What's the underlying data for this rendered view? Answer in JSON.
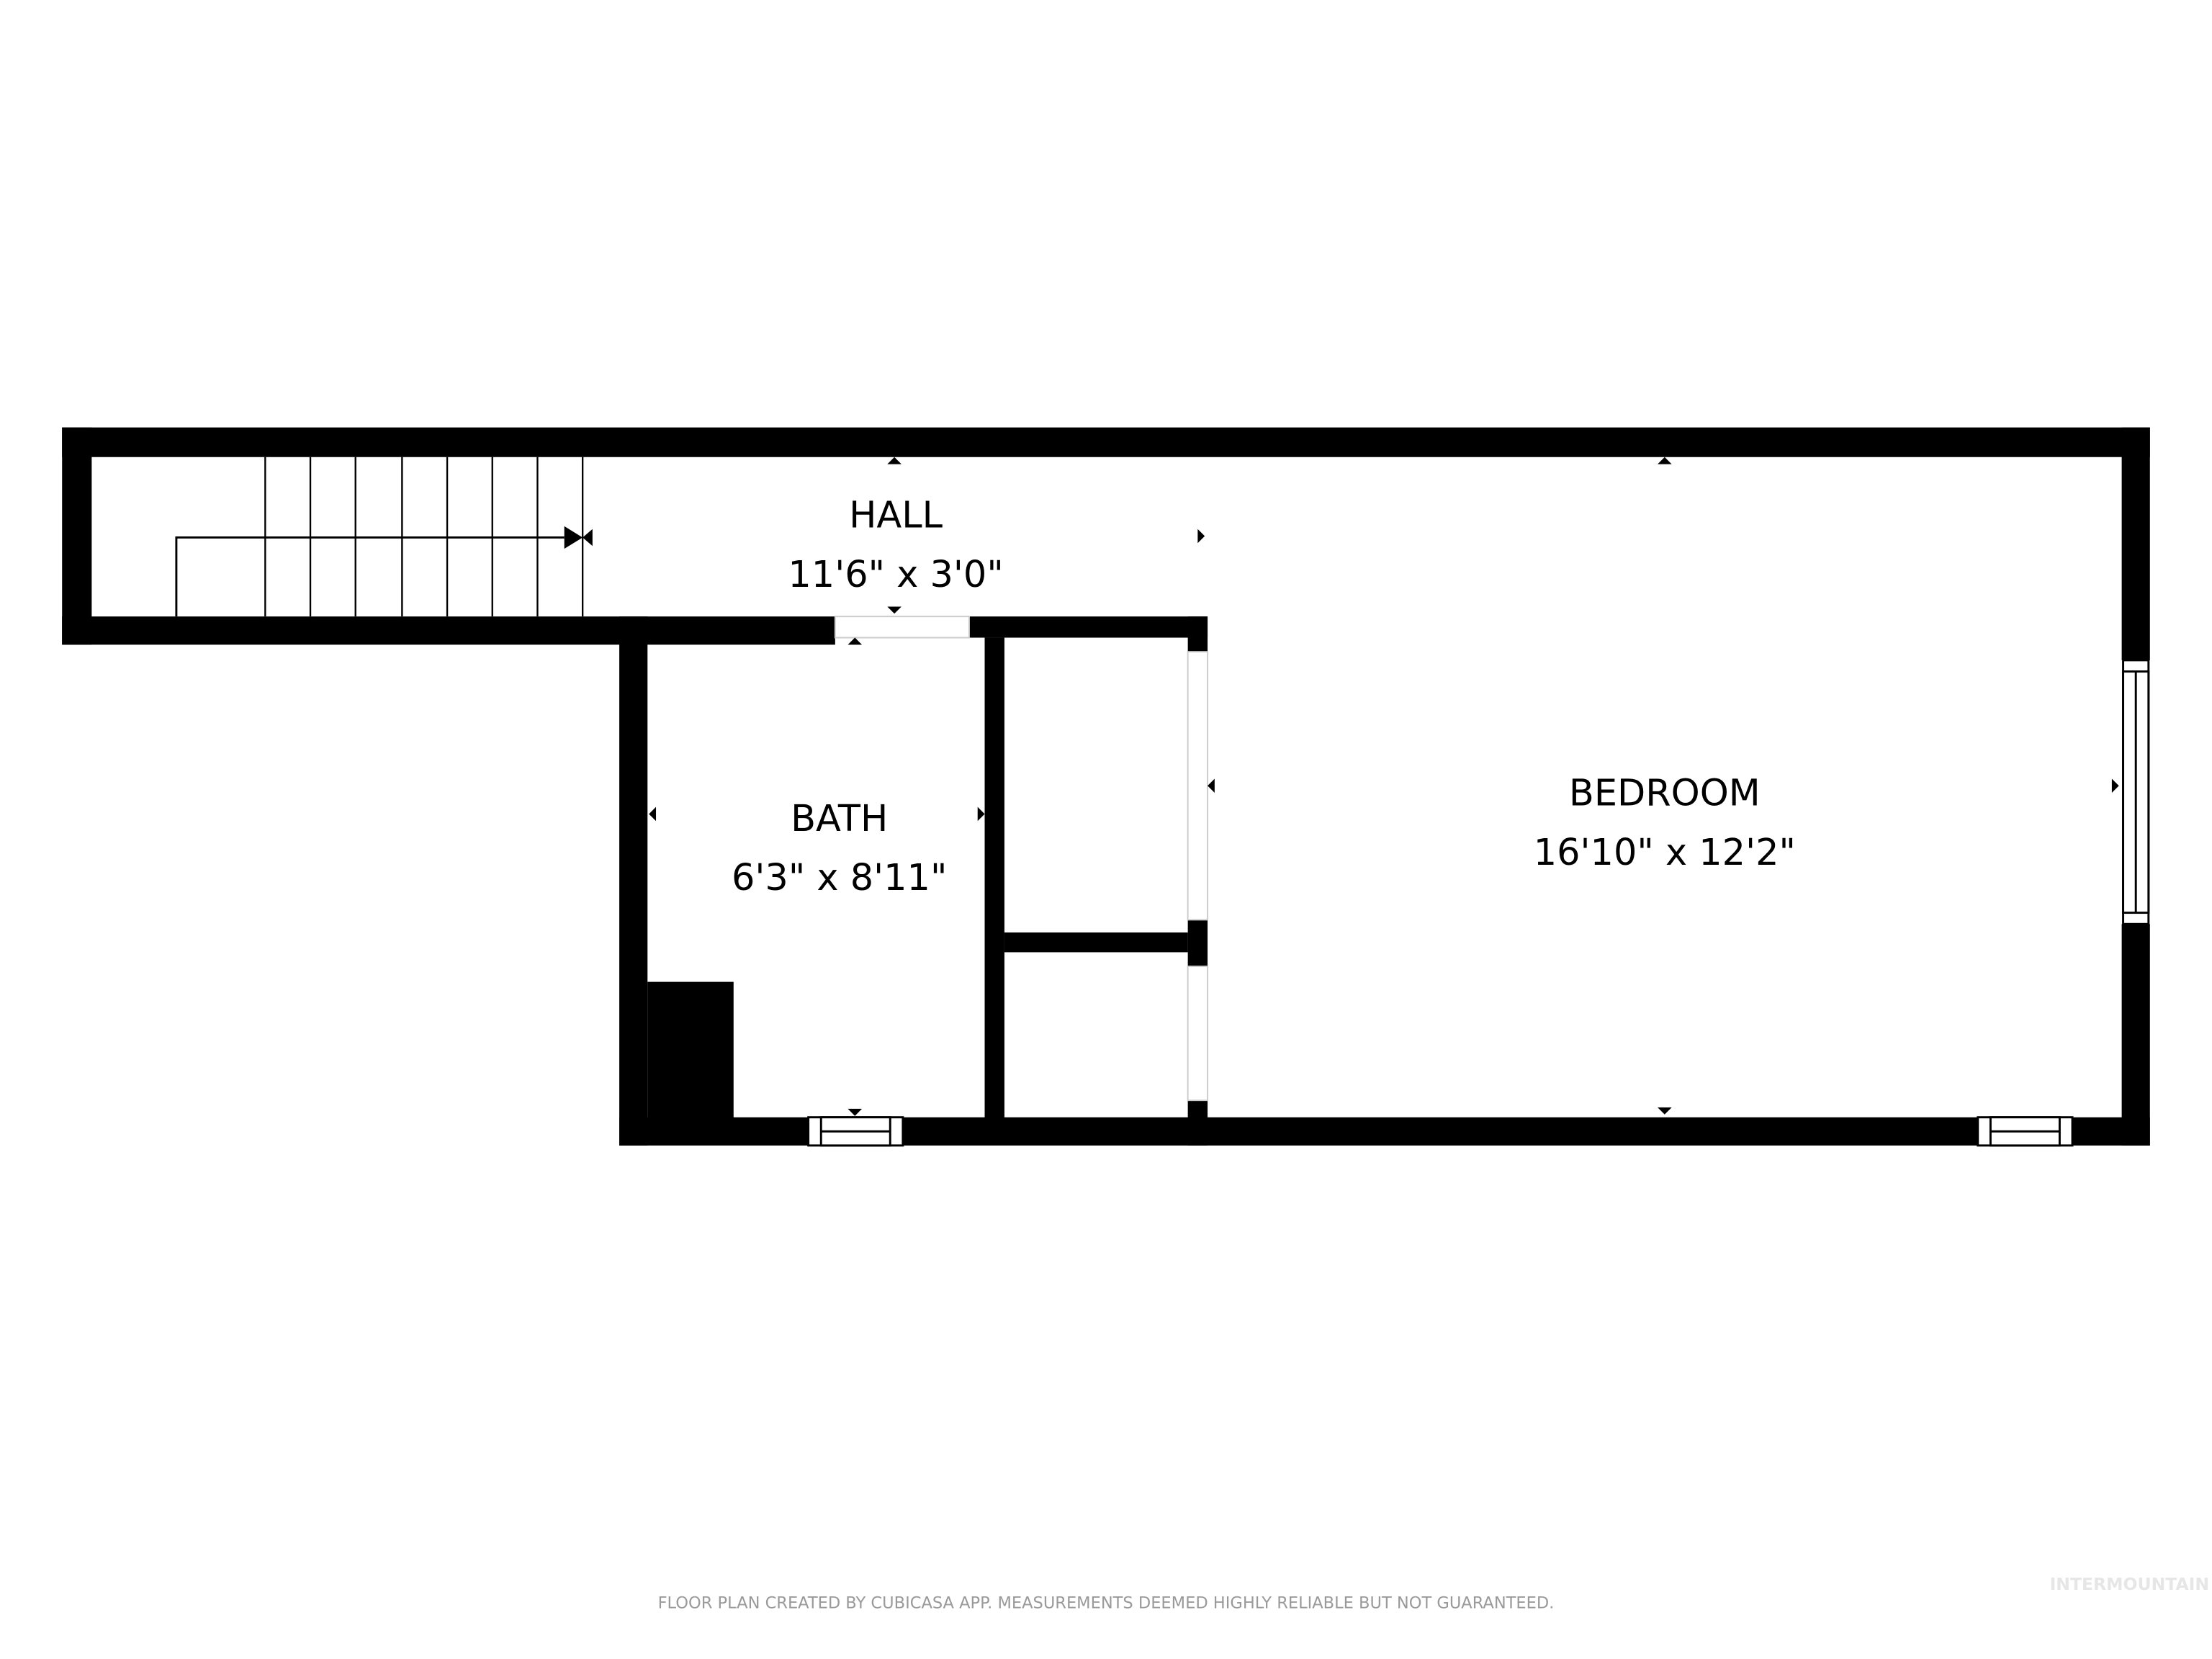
{
  "floor_plan": {
    "rooms": [
      {
        "name": "HALL",
        "dimensions": "11'6\" x 3'0\""
      },
      {
        "name": "BATH",
        "dimensions": "6'3\" x 8'11\""
      },
      {
        "name": "BEDROOM",
        "dimensions": "16'10\" x 12'2\""
      }
    ],
    "features": [
      "stairs-icon",
      "window-icon",
      "door-opening",
      "closet"
    ],
    "colors": {
      "wall": "#000000",
      "background": "#ffffff",
      "footer_text": "#9a9a9a",
      "watermark": "#e6e6e6"
    }
  },
  "footer": {
    "disclaimer": "FLOOR PLAN CREATED BY CUBICASA APP. MEASUREMENTS DEEMED HIGHLY RELIABLE BUT NOT GUARANTEED.",
    "watermark": "INTERMOUNTAIN"
  }
}
